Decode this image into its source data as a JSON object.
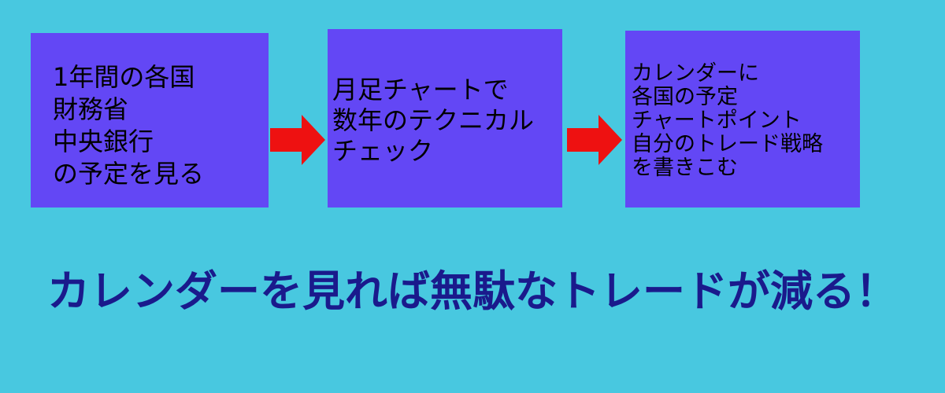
{
  "colors": {
    "background": "#48c8e0",
    "box": "#6347f5",
    "arrow": "#ee1111",
    "box_text": "#000000",
    "bottom_text": "#1a1a8c"
  },
  "steps": [
    {
      "lines": [
        "1年間の各国",
        "財務省",
        "中央銀行",
        "の予定を見る"
      ]
    },
    {
      "lines": [
        "月足チャートで",
        "数年のテクニカル",
        "チェック"
      ]
    },
    {
      "lines": [
        "カレンダーに",
        "各国の予定",
        "チャートポイント",
        "自分のトレード戦略",
        "を書きこむ"
      ]
    }
  ],
  "arrows": [
    "arrow-right-icon",
    "arrow-right-icon"
  ],
  "bottom_message": "カレンダーを見れば無駄なトレードが減る！"
}
